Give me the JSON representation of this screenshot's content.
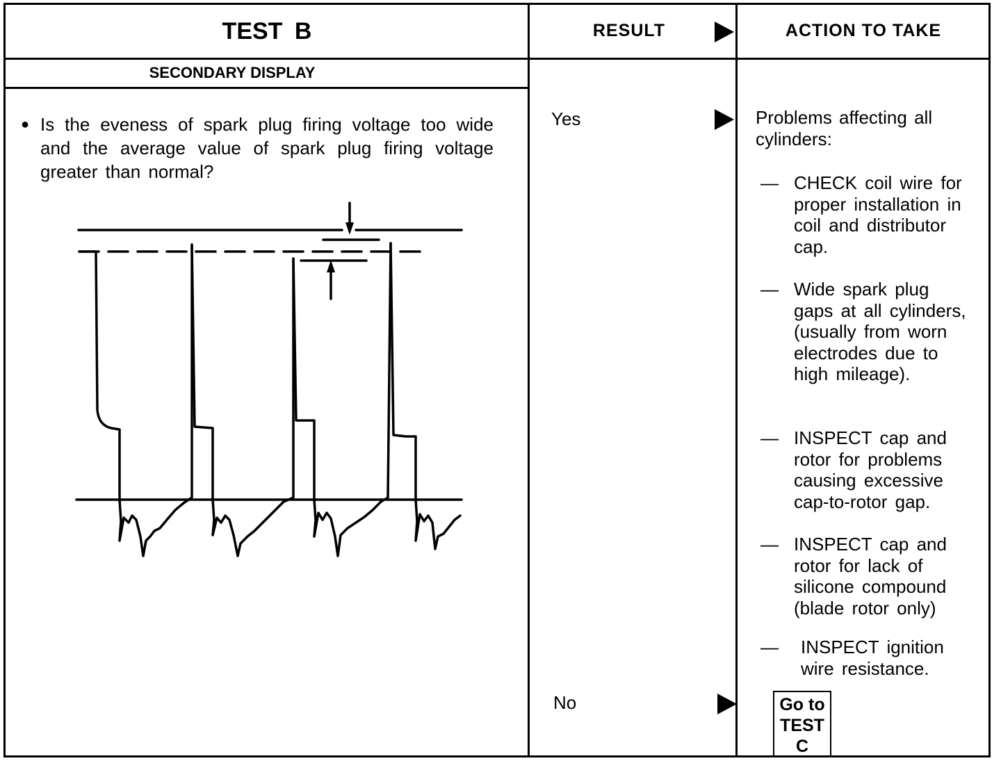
{
  "header": {
    "test": "TEST B",
    "result": "RESULT",
    "action": "ACTION TO TAKE"
  },
  "section": {
    "title": "SECONDARY DISPLAY",
    "question": "Is the eveness of spark plug firing voltage too wide and the average value of spark plug firing voltage greater than normal?"
  },
  "results": {
    "yes": "Yes",
    "no": "No"
  },
  "actions": {
    "intro": "Problems affecting all cylinders:",
    "items": [
      "CHECK coil wire for proper installation in coil and distributor cap.",
      "Wide spark plug gaps at all cylinders, (usually from worn electrodes due to high mileage).",
      "INSPECT cap and rotor for problems causing excessive cap-to-rotor gap.",
      "INSPECT cap and rotor for lack of silicone compound (blade rotor only)",
      "INSPECT ignition wire resistance."
    ],
    "dash": "—"
  },
  "goto": {
    "line1": "Go to",
    "line2": "TEST",
    "line3": "C"
  }
}
